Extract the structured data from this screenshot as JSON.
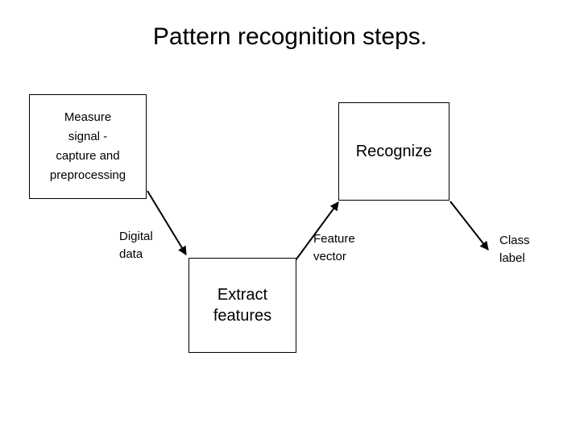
{
  "slide": {
    "title": "Pattern recognition steps.",
    "background_color": "#ffffff",
    "ink_color": "#000000"
  },
  "diagram": {
    "type": "flow-diagram",
    "nodes": [
      {
        "id": "measure",
        "label": "Measure\nsignal -\ncapture and\npreprocessing",
        "shape": "rectangle",
        "border_color": "#000000",
        "fill_color": "#ffffff"
      },
      {
        "id": "recognize",
        "label": "Recognize",
        "shape": "rectangle",
        "border_color": "#000000",
        "fill_color": "#ffffff"
      },
      {
        "id": "extract",
        "label": "Extract\nfeatures",
        "shape": "rectangle",
        "border_color": "#000000",
        "fill_color": "#ffffff"
      }
    ],
    "edges": [
      {
        "id": "measure-to-extract",
        "from": "measure",
        "to": "extract",
        "label": "Digital\ndata",
        "color": "#000000"
      },
      {
        "id": "extract-to-recognize",
        "from": "extract",
        "to": "recognize",
        "label": "Feature\nvector",
        "color": "#000000"
      },
      {
        "id": "recognize-to-output",
        "from": "recognize",
        "to": "output",
        "label": "Class\nlabel",
        "color": "#000000"
      }
    ]
  }
}
